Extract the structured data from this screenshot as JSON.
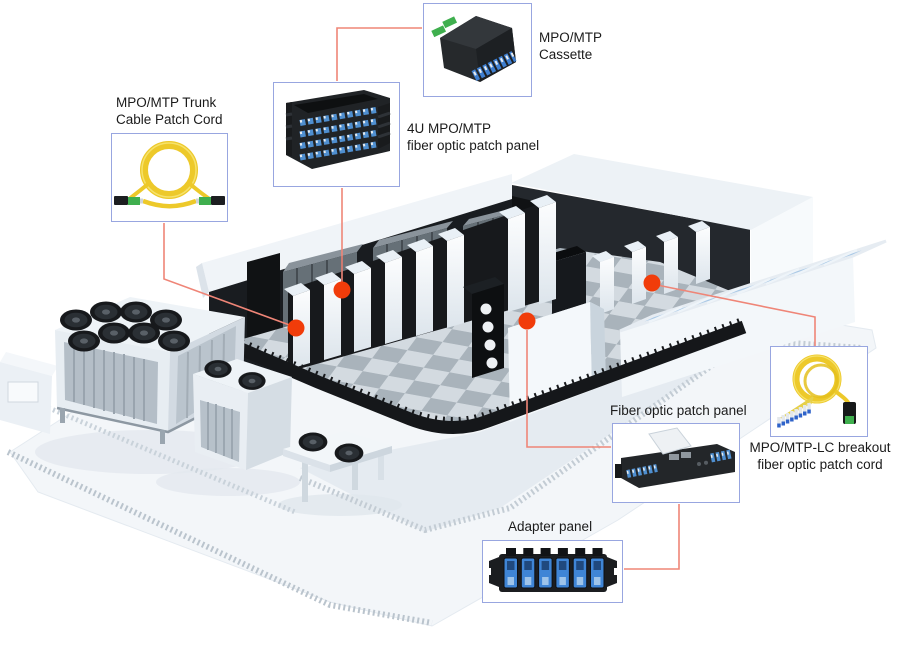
{
  "callouts": {
    "cassette": {
      "line1": "MPO/MTP",
      "line2": "Cassette"
    },
    "panel_4u": {
      "line1": "4U MPO/MTP",
      "line2": "fiber optic patch panel"
    },
    "trunk": {
      "line1": "MPO/MTP Trunk",
      "line2": "Cable Patch Cord"
    },
    "fiber_panel": {
      "line1": "Fiber optic patch panel"
    },
    "breakout": {
      "line1": "MPO/MTP-LC breakout",
      "line2": "fiber optic patch cord"
    },
    "adapter": {
      "line1": "Adapter panel"
    }
  },
  "colors": {
    "marker_dot": "#f13c0a",
    "connector_line": "#ef8577",
    "callout_border": "#98a6e0",
    "cable_yellow": "#edc92a",
    "mpo_connector_green": "#3faf4e",
    "adapter_blue": "#3f85d6",
    "rack_white": "#f5f8fb",
    "floor_light": "#d3dae0",
    "floor_dark": "#a9b3bb"
  },
  "scene": {
    "elements": [
      "server-room",
      "server-rack-rows",
      "back-wall-cabinets",
      "checkered-raised-floor",
      "cold-aisle-glass-roof",
      "front-cable-tray",
      "chiller-unit",
      "air-cooling-units",
      "outdoor-platform"
    ]
  }
}
